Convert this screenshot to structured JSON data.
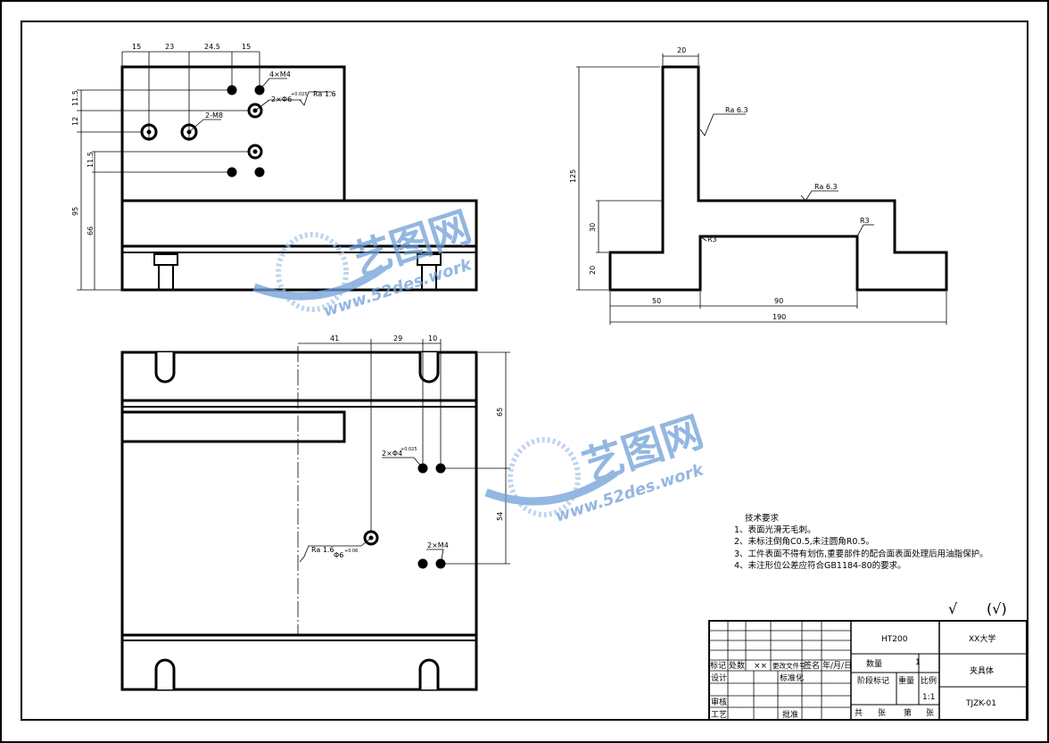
{
  "views": {
    "front": {
      "dims_top": [
        "15",
        "23",
        "24.5",
        "15"
      ],
      "dims_left": [
        "11.5",
        "12",
        "11.5",
        "95",
        "66"
      ],
      "callouts": {
        "holes_4m4": "4×M4",
        "ra_top": "Ra 1.6",
        "holes_2phi6": "2×Φ6",
        "tol_2phi6": "+0.025",
        "holes_2m8": "2-M8"
      }
    },
    "side": {
      "dim_top": "20",
      "dim_height": "125",
      "dim_30": "30",
      "dim_20": "20",
      "dim_50": "50",
      "dim_90": "90",
      "dim_190": "190",
      "ra_1": "Ra 6.3",
      "ra_2": "Ra 6.3",
      "r_1": "R3",
      "r_2": "R3"
    },
    "top": {
      "dims_top": [
        "41",
        "29",
        "10"
      ],
      "dim_65": "65",
      "dim_54": "54",
      "callouts": {
        "holes_2phi4": "2×Φ4",
        "tol_2phi4": "+0.025",
        "ra": "Ra 1.6",
        "phi6": "Φ6",
        "tol_phi6": "+0.06",
        "holes_2m4": "2×M4"
      }
    }
  },
  "watermark": {
    "brand": "艺图网",
    "site": "www.52des.work"
  },
  "tech_requirements": {
    "title": "技术要求",
    "items": [
      "1、表面光滑无毛刺。",
      "2、未标注倒角C0.5,未注圆角R0.5。",
      "3、工件表面不得有划伤,重要部件的配合面表面处理后用油脂保护。",
      "4、未注形位公差应符合GB1184-80的要求。"
    ]
  },
  "roughness": {
    "mark": "√",
    "other": "(√)"
  },
  "title_block": {
    "material": "HT200",
    "school": "XX大学",
    "part_name": "夹具体",
    "drawing_no": "TJZK-01",
    "qty_label": "数量",
    "qty_value": "1",
    "stage_label": "阶段标记",
    "weight_label": "重量",
    "scale_label": "比例",
    "scale_value": "1:1",
    "total_label": "共",
    "sheet_unit": "张",
    "sheet_label": "第",
    "sheet_unit2": "张",
    "rev_mark": "标记",
    "rev_count": "处数",
    "rev_xx": "××",
    "rev_doc": "更改文件号",
    "rev_sign": "签名",
    "rev_date": "年/月/日",
    "design": "设计",
    "standardize": "标准化",
    "review": "审核",
    "process": "工艺",
    "approve": "批准"
  }
}
